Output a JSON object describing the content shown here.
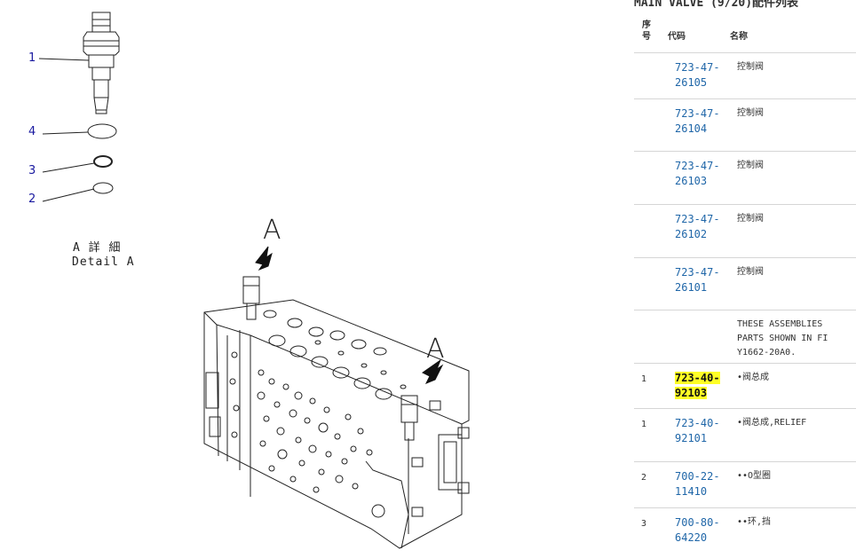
{
  "page": {
    "title": "MAIN VALVE (9/20)配件列表"
  },
  "diagram": {
    "callouts": [
      "1",
      "4",
      "3",
      "2"
    ],
    "detail_label_jp": "A 詳 細",
    "detail_label_en": "Detail A",
    "view_letter": "A"
  },
  "table": {
    "headers": {
      "no_line1": "序",
      "no_line2": "号",
      "code": "代码",
      "name": "名称"
    },
    "rows": [
      {
        "no": "",
        "code_line1": "723-47-",
        "code_line2": "26105",
        "name": "控制阀",
        "highlight": false
      },
      {
        "no": "",
        "code_line1": "723-47-",
        "code_line2": "26104",
        "name": "控制阀",
        "highlight": false
      },
      {
        "no": "",
        "code_line1": "723-47-",
        "code_line2": "26103",
        "name": "控制阀",
        "highlight": false
      },
      {
        "no": "",
        "code_line1": "723-47-",
        "code_line2": "26102",
        "name": "控制阀",
        "highlight": false
      },
      {
        "no": "",
        "code_line1": "723-47-",
        "code_line2": "26101",
        "name": "控制阀",
        "highlight": false
      },
      {
        "no": "",
        "code_line1": "",
        "code_line2": "",
        "name": "THESE ASSEMBLIES\nPARTS SHOWN IN FI\nY1662-20A0.",
        "highlight": false
      },
      {
        "no": "1",
        "code_line1": "723-40-",
        "code_line2": "92103",
        "name": "•阀总成",
        "highlight": true
      },
      {
        "no": "1",
        "code_line1": "723-40-",
        "code_line2": "92101",
        "name": "•阀总成,RELIEF",
        "highlight": false
      },
      {
        "no": "2",
        "code_line1": "700-22-",
        "code_line2": "11410",
        "name": "••O型圈",
        "highlight": false
      },
      {
        "no": "3",
        "code_line1": "700-80-",
        "code_line2": "64220",
        "name": "••环,挡",
        "highlight": false
      }
    ]
  },
  "colors": {
    "link": "#1f66a8",
    "callout": "#1a1aa0",
    "highlight": "#ffff26"
  }
}
